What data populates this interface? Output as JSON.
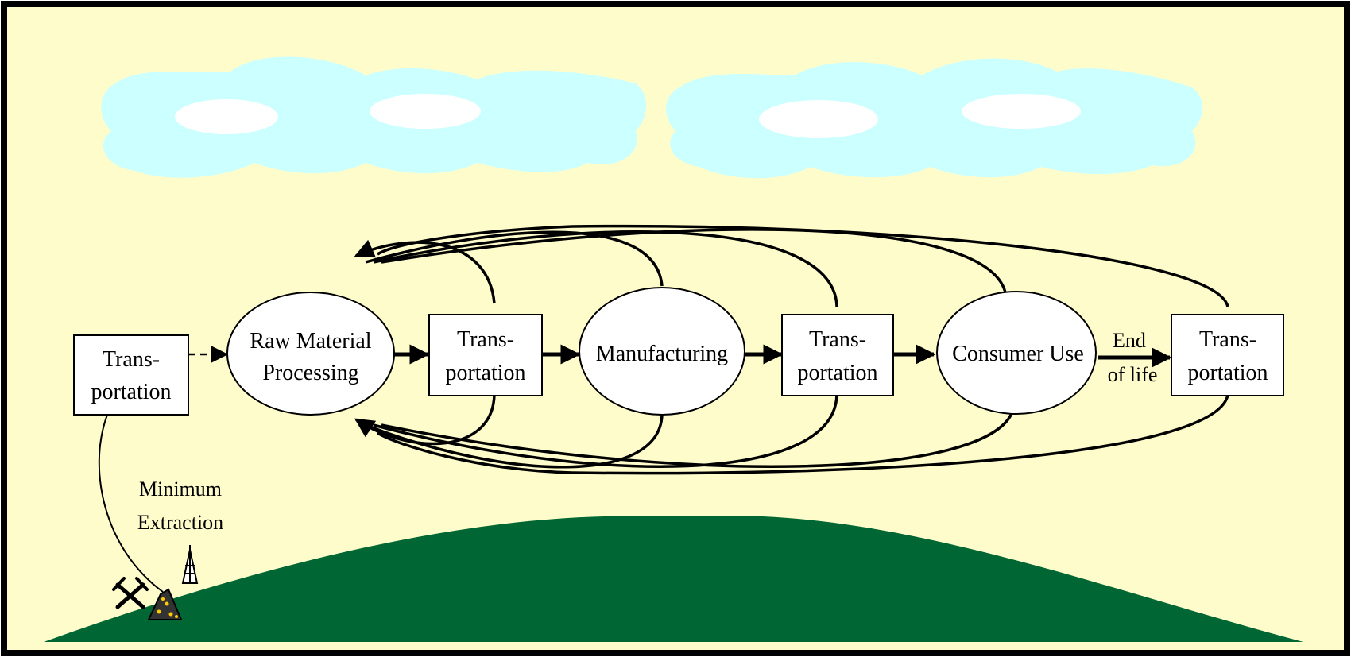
{
  "diagram": {
    "nodes": {
      "transport_1": [
        "Trans-",
        "portation"
      ],
      "raw_material": [
        "Raw Material",
        "Processing"
      ],
      "transport_2": [
        "Trans-",
        "portation"
      ],
      "manufacturing": [
        "Manufacturing"
      ],
      "transport_3": [
        "Trans-",
        "portation"
      ],
      "consumer_use": [
        "Consumer Use"
      ],
      "transport_4": [
        "Trans-",
        "portation"
      ]
    },
    "edge_labels": {
      "end_of_life": [
        "End",
        "of life"
      ],
      "minimum_extraction": [
        "Minimum",
        "Extraction"
      ]
    },
    "colors": {
      "background": "#fffccc",
      "border": "#000000",
      "clouds_outer": "#ccffff",
      "clouds_inner": "#ffffff",
      "earth": "#006633",
      "nodes_fill": "#ffffff"
    },
    "icons": [
      "pickaxes-icon",
      "ore-pile-icon",
      "oil-derrick-icon"
    ]
  }
}
